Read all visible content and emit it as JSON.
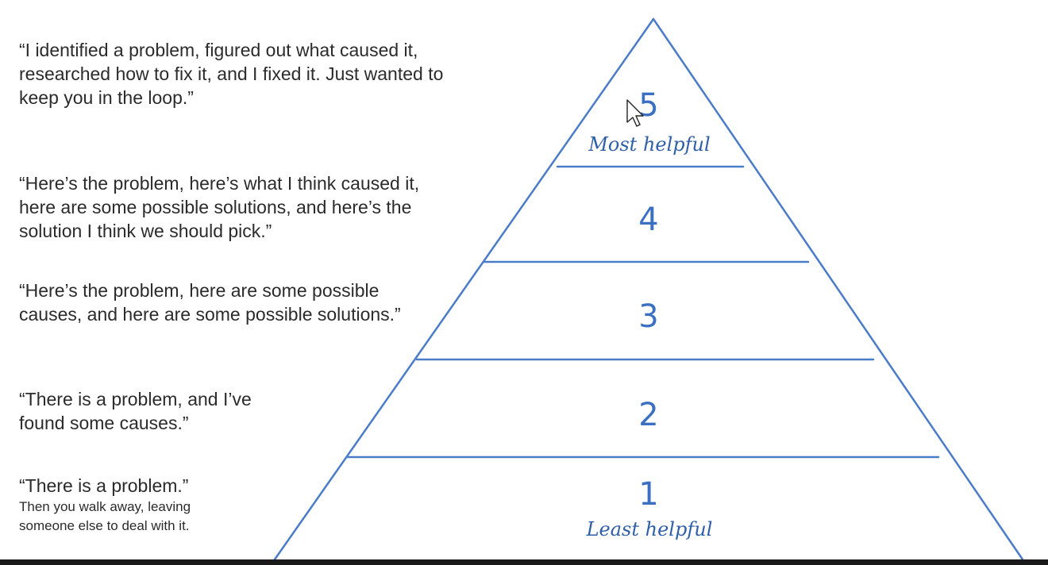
{
  "quotes": {
    "level5": "“I identified a problem, figured out what caused it,\nresearched how to fix it, and I fixed it. Just wanted to\nkeep you in the loop.”",
    "level4": "“Here’s the problem, here’s what I think caused it,\nhere are some possible solutions, and here’s the\nsolution I think we should pick.”",
    "level3": "“Here’s the problem, here are some possible\ncauses, and here are some possible solutions.”",
    "level2": "“There is a problem, and I’ve\nfound some causes.”",
    "level1": "“There is a problem.”",
    "level1_note": "Then you walk away, leaving\nsomeone else to deal with it."
  },
  "pyramid": {
    "color": "#4a7cc7",
    "levels": [
      "5",
      "4",
      "3",
      "2",
      "1"
    ],
    "top_label": "Most helpful",
    "bottom_label": "Least helpful"
  }
}
